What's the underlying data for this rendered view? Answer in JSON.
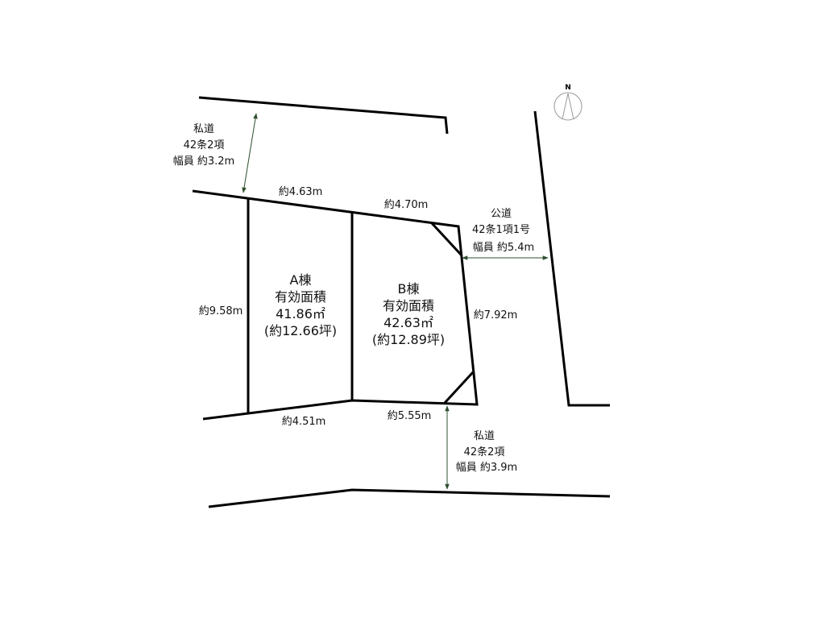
{
  "compass": {
    "label": "N"
  },
  "roads": {
    "top": {
      "type": "私道",
      "article": "42条2項",
      "width": "幅員 約3.2m"
    },
    "right": {
      "type": "公道",
      "article": "42条1項1号",
      "width": "幅員 約5.4m"
    },
    "bottom": {
      "type": "私道",
      "article": "42条2項",
      "width": "幅員 約3.9m"
    }
  },
  "dimensions": {
    "a_top": "約4.63m",
    "b_top": "約4.70m",
    "a_left": "約9.58m",
    "b_right": "約7.92m",
    "a_bottom": "約4.51m",
    "b_bottom": "約5.55m"
  },
  "lots": {
    "a": {
      "name": "A棟",
      "label": "有効面積",
      "area": "41.86㎡",
      "tsubo": "(約12.66坪)"
    },
    "b": {
      "name": "B棟",
      "label": "有効面積",
      "area": "42.63㎡",
      "tsubo": "(約12.89坪)"
    }
  },
  "colors": {
    "arrow": "#2f4f2f",
    "line": "#000000"
  }
}
